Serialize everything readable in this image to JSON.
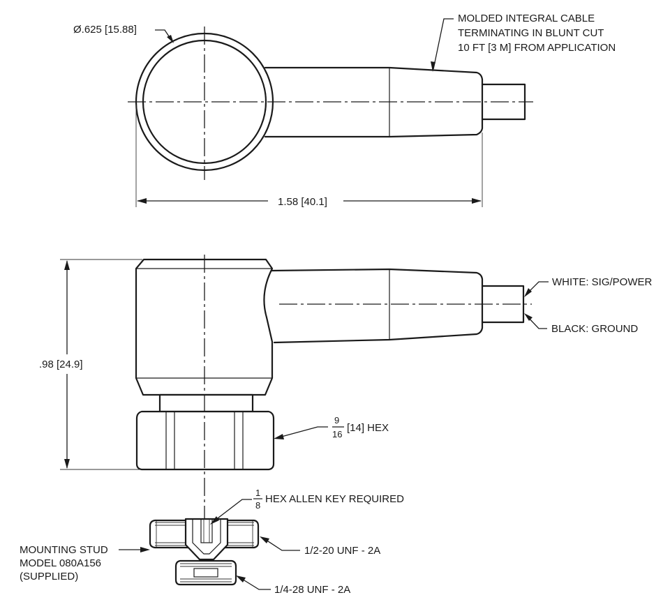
{
  "callouts": {
    "diameter": "Ø.625 [15.88]",
    "cable": [
      "MOLDED INTEGRAL CABLE",
      "TERMINATING IN BLUNT CUT",
      "10 FT [3 M] FROM APPLICATION"
    ],
    "length": "1.58 [40.1]",
    "height": ".98 [24.9]",
    "white_wire": "WHITE: SIG/POWER",
    "black_wire": "BLACK: GROUND",
    "hex_frac_num": "9",
    "hex_frac_den": "16",
    "hex_label": "[14] HEX",
    "allen_frac_num": "1",
    "allen_frac_den": "8",
    "allen_label": "HEX ALLEN KEY REQUIRED",
    "stud": [
      "MOUNTING STUD",
      "MODEL 080A156",
      "(SUPPLIED)"
    ],
    "thread_large": "1/2-20 UNF - 2A",
    "thread_small": "1/4-28 UNF - 2A"
  }
}
